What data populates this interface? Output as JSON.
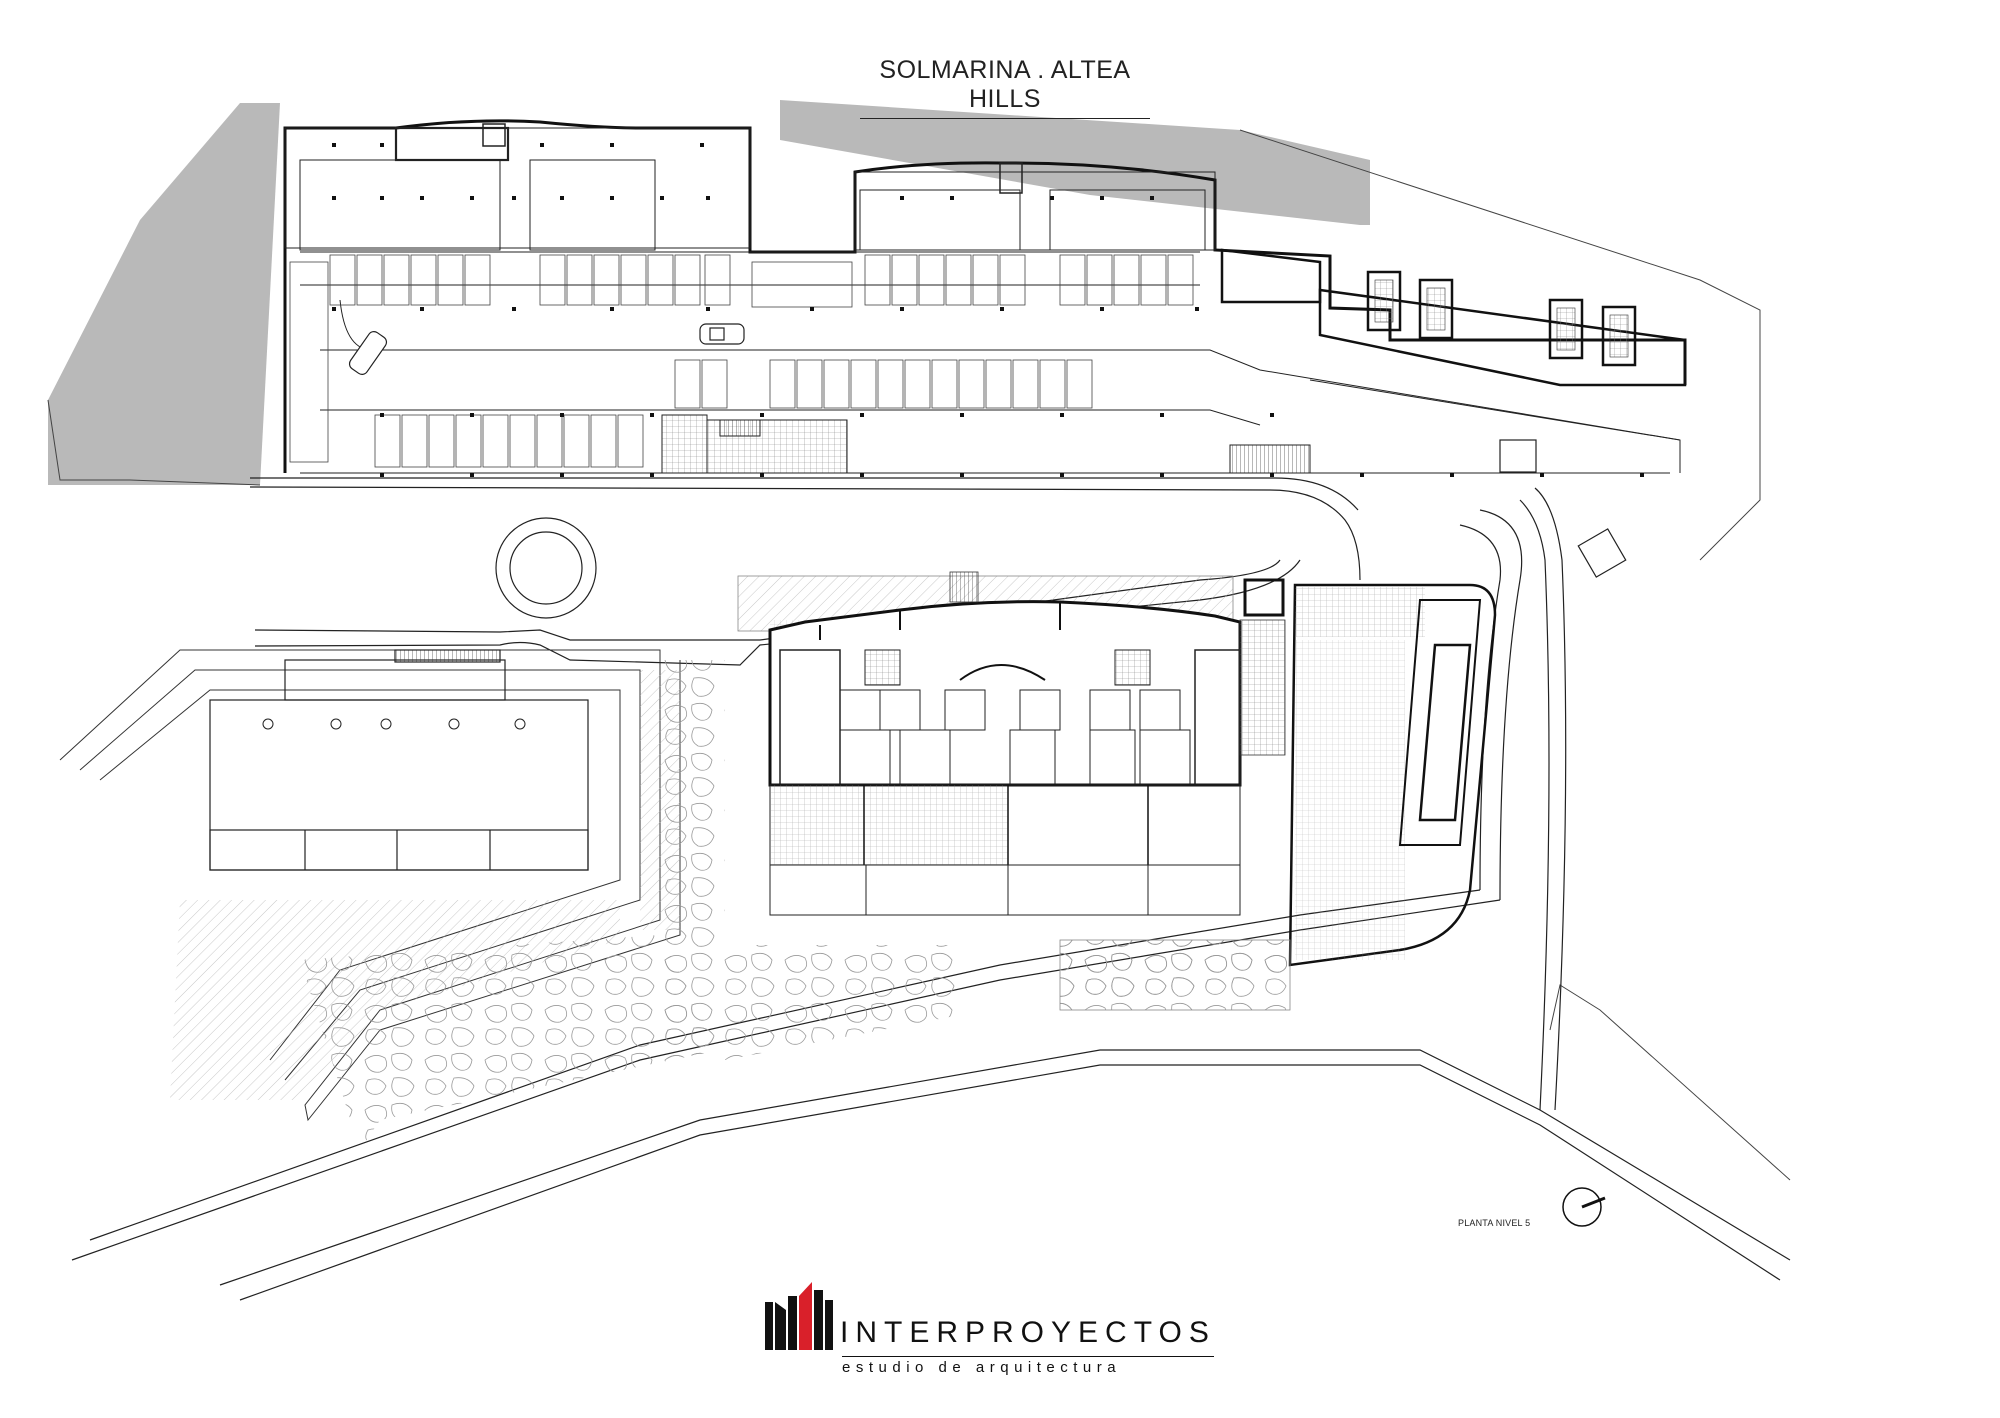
{
  "drawing": {
    "title": "SOLMARINA . ALTEA HILLS",
    "plan_label": "PLANTA NIVEL 5"
  },
  "logo": {
    "name": "INTERPROYECTOS",
    "tagline": "estudio de arquitectura",
    "colors": {
      "dark": "#111111",
      "accent": "#d9202a"
    }
  },
  "colors": {
    "line": "#111111",
    "fill_gray": "#b9b9b9",
    "hatch": "#9a9a9a"
  }
}
